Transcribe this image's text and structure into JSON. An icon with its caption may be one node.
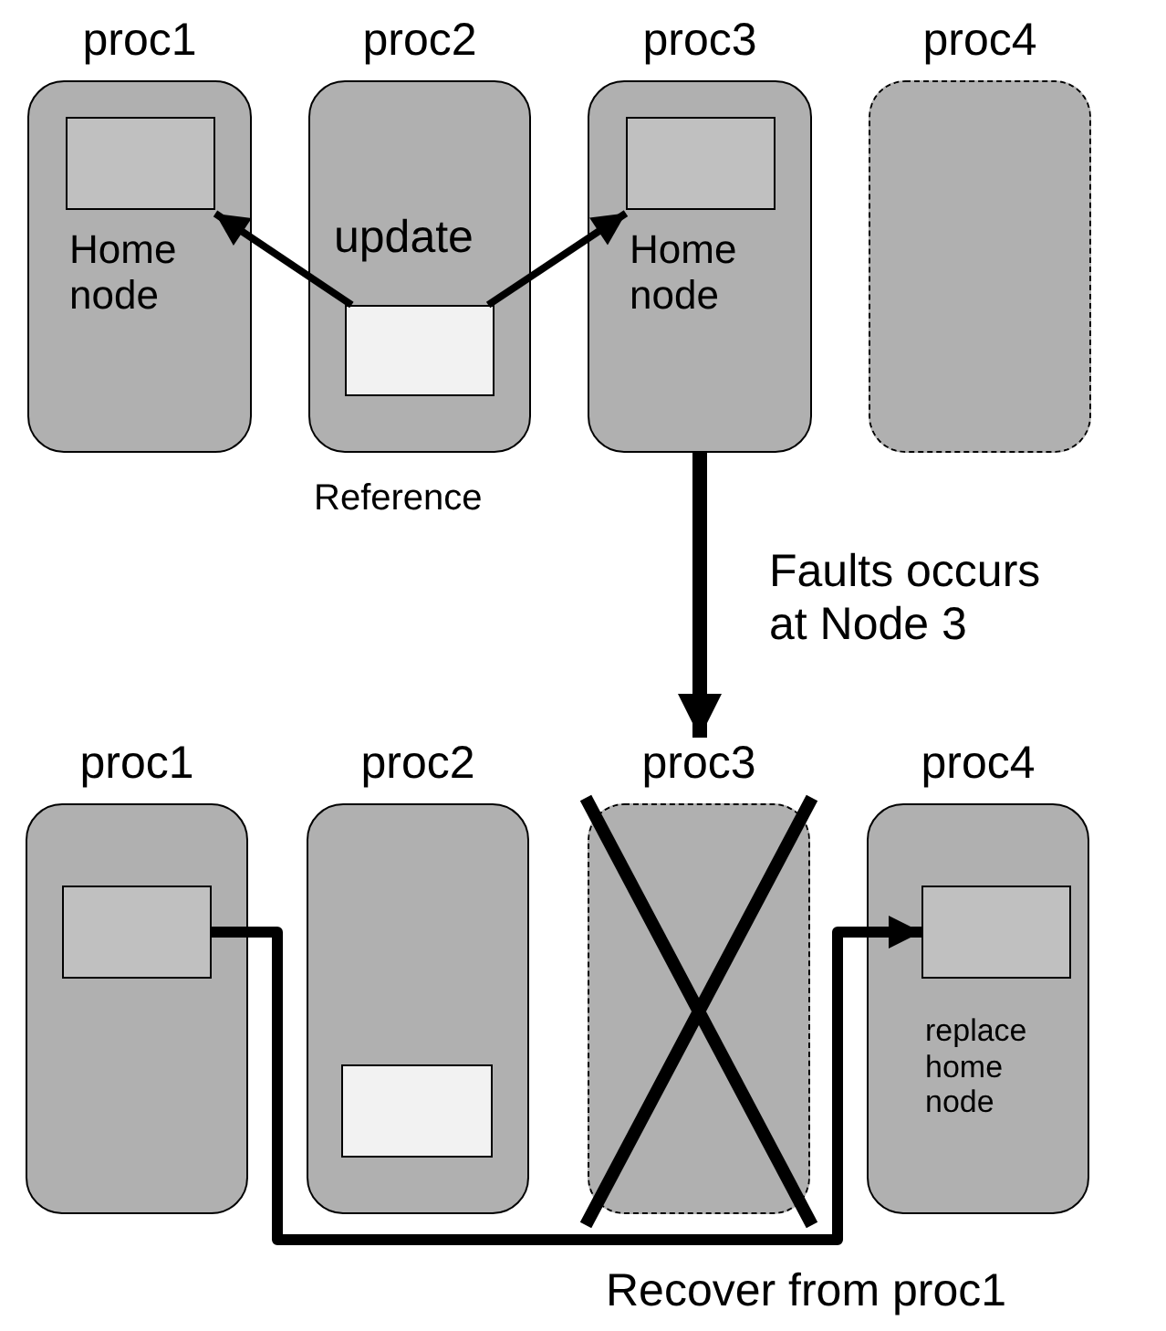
{
  "diagram": {
    "nodes": [
      {
        "text": [
          "proc1"
        ]
      },
      {
        "text": [
          "Home node"
        ],
        "in": 0
      },
      {
        "text": [
          "proc2"
        ]
      },
      {
        "text": [],
        "shape": "box",
        "in": 2,
        "beside": [
          "Reference"
        ]
      },
      {
        "text": [
          "proc3"
        ]
      },
      {
        "text": [
          "Home node"
        ],
        "in": 4
      },
      {
        "text": [
          "proc4"
        ]
      },
      {
        "text": [
          "proc1"
        ]
      },
      {
        "text": [],
        "shape": "box",
        "in": 7
      },
      {
        "text": [
          "proc2"
        ]
      },
      {
        "text": [],
        "shape": "box",
        "in": 9
      },
      {
        "text": [
          "proc3"
        ]
      },
      {
        "text": [
          "proc4"
        ]
      },
      {
        "text": [
          "replace home node"
        ],
        "in": 12
      }
    ],
    "edges": [
      {
        "from": 3,
        "to": 1,
        "arrow": "to"
      },
      {
        "from": 3,
        "to": 5,
        "arrow": "to"
      },
      {
        "from": 4,
        "to": 11,
        "arrow": "to",
        "label": "Faults occurs at Node 3",
        "style": "thick"
      },
      {
        "from": 8,
        "to": 13,
        "arrow": "to"
      }
    ],
    "labels": [
      "update",
      "Recover from proc1"
    ]
  }
}
